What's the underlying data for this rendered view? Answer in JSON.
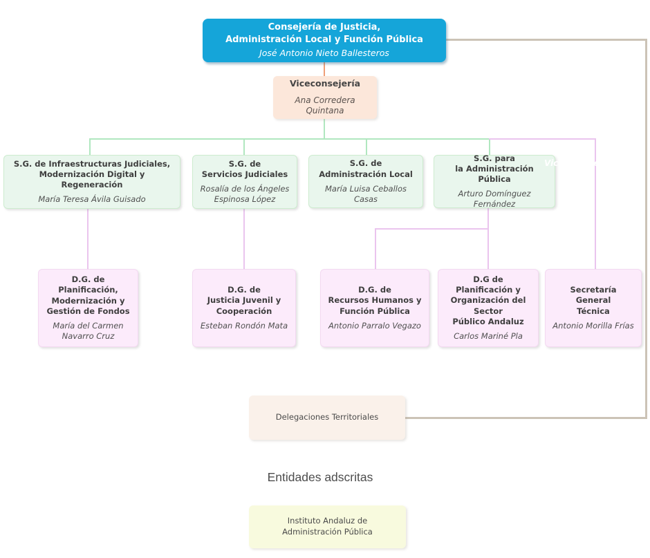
{
  "org": {
    "consejeria": {
      "title": "Consejería de Justicia,\nAdministración Local y Función Pública",
      "person": "José Antonio Nieto Ballesteros"
    },
    "viceconsejeria": {
      "title": "Viceconsejería",
      "person": "Ana Corredera Quintana"
    },
    "sg": [
      {
        "title": "S.G. de Infraestructuras Judiciales,\nModernización Digital y Regeneración",
        "person": "María Teresa Ávila Guisado"
      },
      {
        "title": "S.G. de\nServicios Judiciales",
        "person": "Rosalía de los Ángeles\nEspinosa López"
      },
      {
        "title": "S.G. de\nAdministración Local",
        "person": "María Luisa Ceballos Casas"
      },
      {
        "title": "S.G. para\nla Administración Pública",
        "person": "Arturo Domínguez Fernández"
      }
    ],
    "dg": [
      {
        "title": "D.G. de\nPlanificación,\nModernización y\nGestión de Fondos",
        "person": "María del Carmen\nNavarro Cruz"
      },
      {
        "title": "D.G. de\nJusticia Juvenil y\nCooperación",
        "person": "Esteban Rondón Mata"
      },
      {
        "title": "D.G. de\nRecursos Humanos y\nFunción Pública",
        "person": "Antonio Parralo Vegazo"
      },
      {
        "title": "D.G de\nPlanificación y\nOrganización del\nSector\nPúblico Andaluz",
        "person": "Carlos Mariné Pla"
      },
      {
        "title": "Secretaría\nGeneral\nTécnica",
        "person": "Antonio Morilla Frías"
      }
    ],
    "delegaciones": {
      "label": "Delegaciones Territoriales"
    },
    "ghost_label": "Viceconsejería",
    "entidades": {
      "heading": "Entidades adscritas",
      "instituto_label": "Instituto Andaluz de\nAdministración Pública"
    }
  },
  "colors": {
    "consejeria_fill": "#15a5d9",
    "vice_fill": "#fce7da",
    "sg_fill": "#e9f6ed",
    "sg_border": "#cdeccf",
    "dg_fill": "#fcebfb",
    "dg_border": "#f3d9f1",
    "delegaciones_fill": "#faf1ea",
    "instituto_fill": "#f8fade",
    "line_green": "#b0e7bf",
    "line_pink": "#eac4ee",
    "line_orange": "#ef9e76",
    "line_tan": "#ccc3b6"
  }
}
